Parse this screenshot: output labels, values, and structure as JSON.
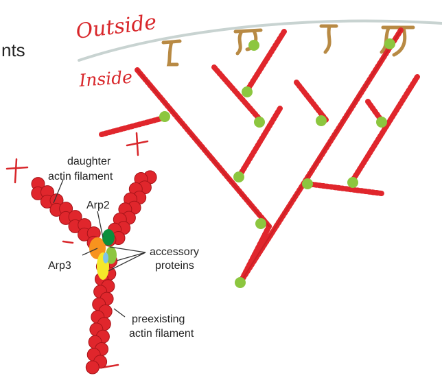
{
  "slide_fragment": "nts",
  "annotations": {
    "outside": "Outside",
    "inside": "Inside"
  },
  "labels": {
    "daughter_line1": "daughter",
    "daughter_line2": "actin filament",
    "arp2": "Arp2",
    "arp3": "Arp3",
    "accessory_line1": "accessory",
    "accessory_line2": "proteins",
    "preexisting_line1": "preexisting",
    "preexisting_line2": "actin filament"
  },
  "colors": {
    "actin": "#e0262c",
    "actin_dark": "#a51419",
    "arp_complex": "#8cc63f",
    "anchor": "#b88a44",
    "membrane": "#c8d3d1",
    "annotation": "#d8262a"
  }
}
